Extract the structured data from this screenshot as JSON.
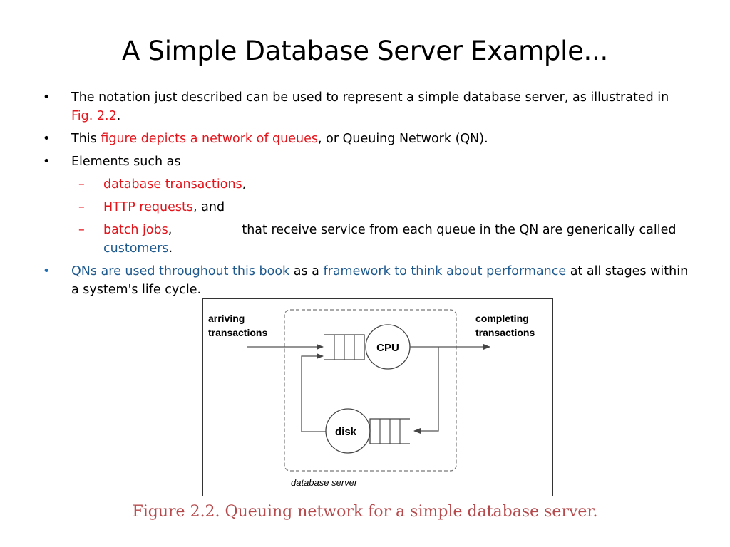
{
  "title": "A Simple Database Server Example...",
  "bullets": {
    "b1_text": "The notation just described can be used to represent a simple database server, as illustrated in ",
    "b1_link": "Fig. 2.2",
    "b1_end": ".",
    "b2_pre": "This ",
    "b2_red": "figure depicts a network of queues",
    "b2_post": ", or Queuing Network (QN).",
    "b3_text": "Elements such as",
    "sub1_red": "database transactions",
    "sub1_post": ",",
    "sub2_red": "HTTP requests",
    "sub2_post": ", and",
    "sub3_red": "batch jobs",
    "sub3_post1": ",",
    "sub3_post2": "that receive service from each queue in the QN are generically called ",
    "sub3_blue": "customers",
    "sub3_end": ".",
    "b4_blue1": "QNs are used throughout this book",
    "b4_mid": " as a ",
    "b4_blue2": "framework to think about performance",
    "b4_end": " at all stages within a system's life cycle.",
    "bullet_mark": "•",
    "dash_mark": "–"
  },
  "figure": {
    "arriving_line1": "arriving",
    "arriving_line2": "transactions",
    "completing_line1": "completing",
    "completing_line2": "transactions",
    "cpu_label": "CPU",
    "disk_label": "disk",
    "server_label": "database server"
  },
  "caption": "Figure 2.2. Queuing network for a simple database server.",
  "colors": {
    "red": "#e4141b",
    "blue": "#1f5a8e",
    "caption": "#b5494b"
  }
}
